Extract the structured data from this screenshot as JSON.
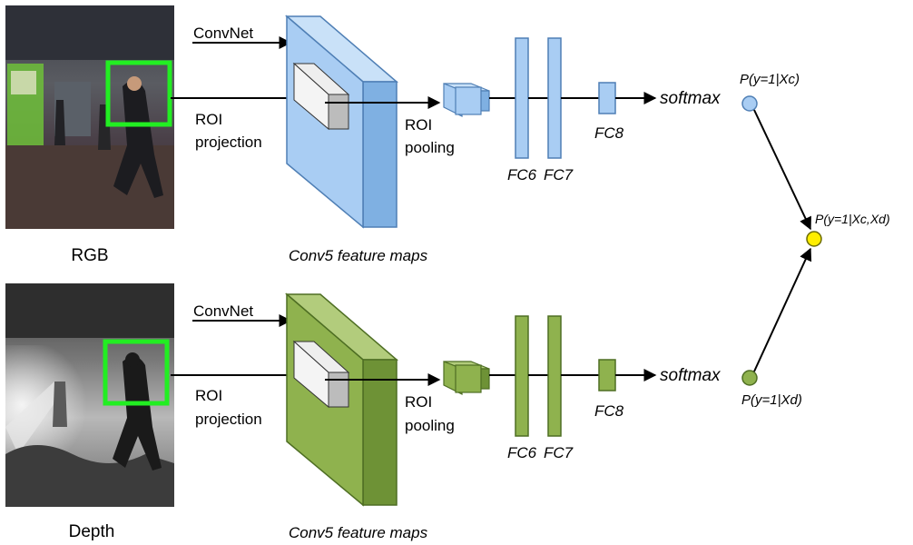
{
  "colors": {
    "rgb_fill": "#a9cdf3",
    "rgb_side": "#7fb0e2",
    "rgb_top": "#c9e1f8",
    "rgb_stroke": "#4f7fb5",
    "depth_fill": "#8fb24e",
    "depth_side": "#6e9236",
    "depth_top": "#b2cc7c",
    "depth_stroke": "#4e6e23",
    "fusion_node": "#ffee00",
    "roi_box": "#22ee22"
  },
  "rgb_stream": {
    "input_caption": "RGB",
    "convnet_label": "ConvNet",
    "roi_projection_label_1": "ROI",
    "roi_projection_label_2": "projection",
    "feature_maps_label": "Conv5 feature maps",
    "roi_pooling_label_1": "ROI",
    "roi_pooling_label_2": "pooling",
    "fc6_label": "FC6",
    "fc7_label": "FC7",
    "fc8_label": "FC8",
    "softmax_label": "softmax",
    "prob_label": "P(y=1|Xc)"
  },
  "depth_stream": {
    "input_caption": "Depth",
    "convnet_label": "ConvNet",
    "roi_projection_label_1": "ROI",
    "roi_projection_label_2": "projection",
    "feature_maps_label": "Conv5 feature maps",
    "roi_pooling_label_1": "ROI",
    "roi_pooling_label_2": "pooling",
    "fc6_label": "FC6",
    "fc7_label": "FC7",
    "fc8_label": "FC8",
    "softmax_label": "softmax",
    "prob_label": "P(y=1|Xd)"
  },
  "fusion": {
    "prob_label": "P(y=1|Xc,Xd)"
  }
}
